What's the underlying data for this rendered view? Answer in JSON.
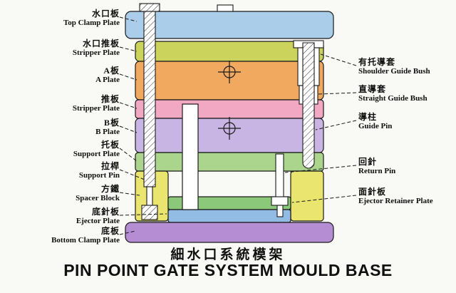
{
  "title": {
    "zh": "細水口系統模架",
    "en": "PIN POINT GATE SYSTEM MOULD BASE"
  },
  "labels": {
    "left": [
      {
        "zh": "水口板",
        "en": "Top Clamp Plate"
      },
      {
        "zh": "水口推板",
        "en": "Stripper Plate"
      },
      {
        "zh": "A板",
        "en": "A Plate"
      },
      {
        "zh": "推板",
        "en": "Stripper Plate"
      },
      {
        "zh": "B板",
        "en": "B Plate"
      },
      {
        "zh": "托板",
        "en": "Support Plate"
      },
      {
        "zh": "拉桿",
        "en": "Support Pin"
      },
      {
        "zh": "方鐵",
        "en": "Spacer Block"
      },
      {
        "zh": "底針板",
        "en": "Ejector Plate"
      },
      {
        "zh": "底板",
        "en": "Bottom Clamp Plate"
      }
    ],
    "right": [
      {
        "zh": "有托導套",
        "en": "Shoulder Guide Bush"
      },
      {
        "zh": "直導套",
        "en": "Straight Guide Bush"
      },
      {
        "zh": "導柱",
        "en": "Guide Pin"
      },
      {
        "zh": "回針",
        "en": "Return Pin"
      },
      {
        "zh": "面針板",
        "en": "Ejector Retainer Plate"
      }
    ]
  },
  "colors": {
    "top_clamp_plate": "#aacdea",
    "stripper_plate_upper": "#ccd35c",
    "a_plate": "#f0a95f",
    "stripper_plate_lower": "#f2a7c3",
    "b_plate": "#c9b5e3",
    "support_plate": "#abd48d",
    "spacer_block": "#e9e56e",
    "ejector_retainer_plate": "#8cc87a",
    "ejector_plate": "#93bce4",
    "bottom_clamp_plate": "#b48dd3",
    "outline": "#1a1a1a"
  }
}
